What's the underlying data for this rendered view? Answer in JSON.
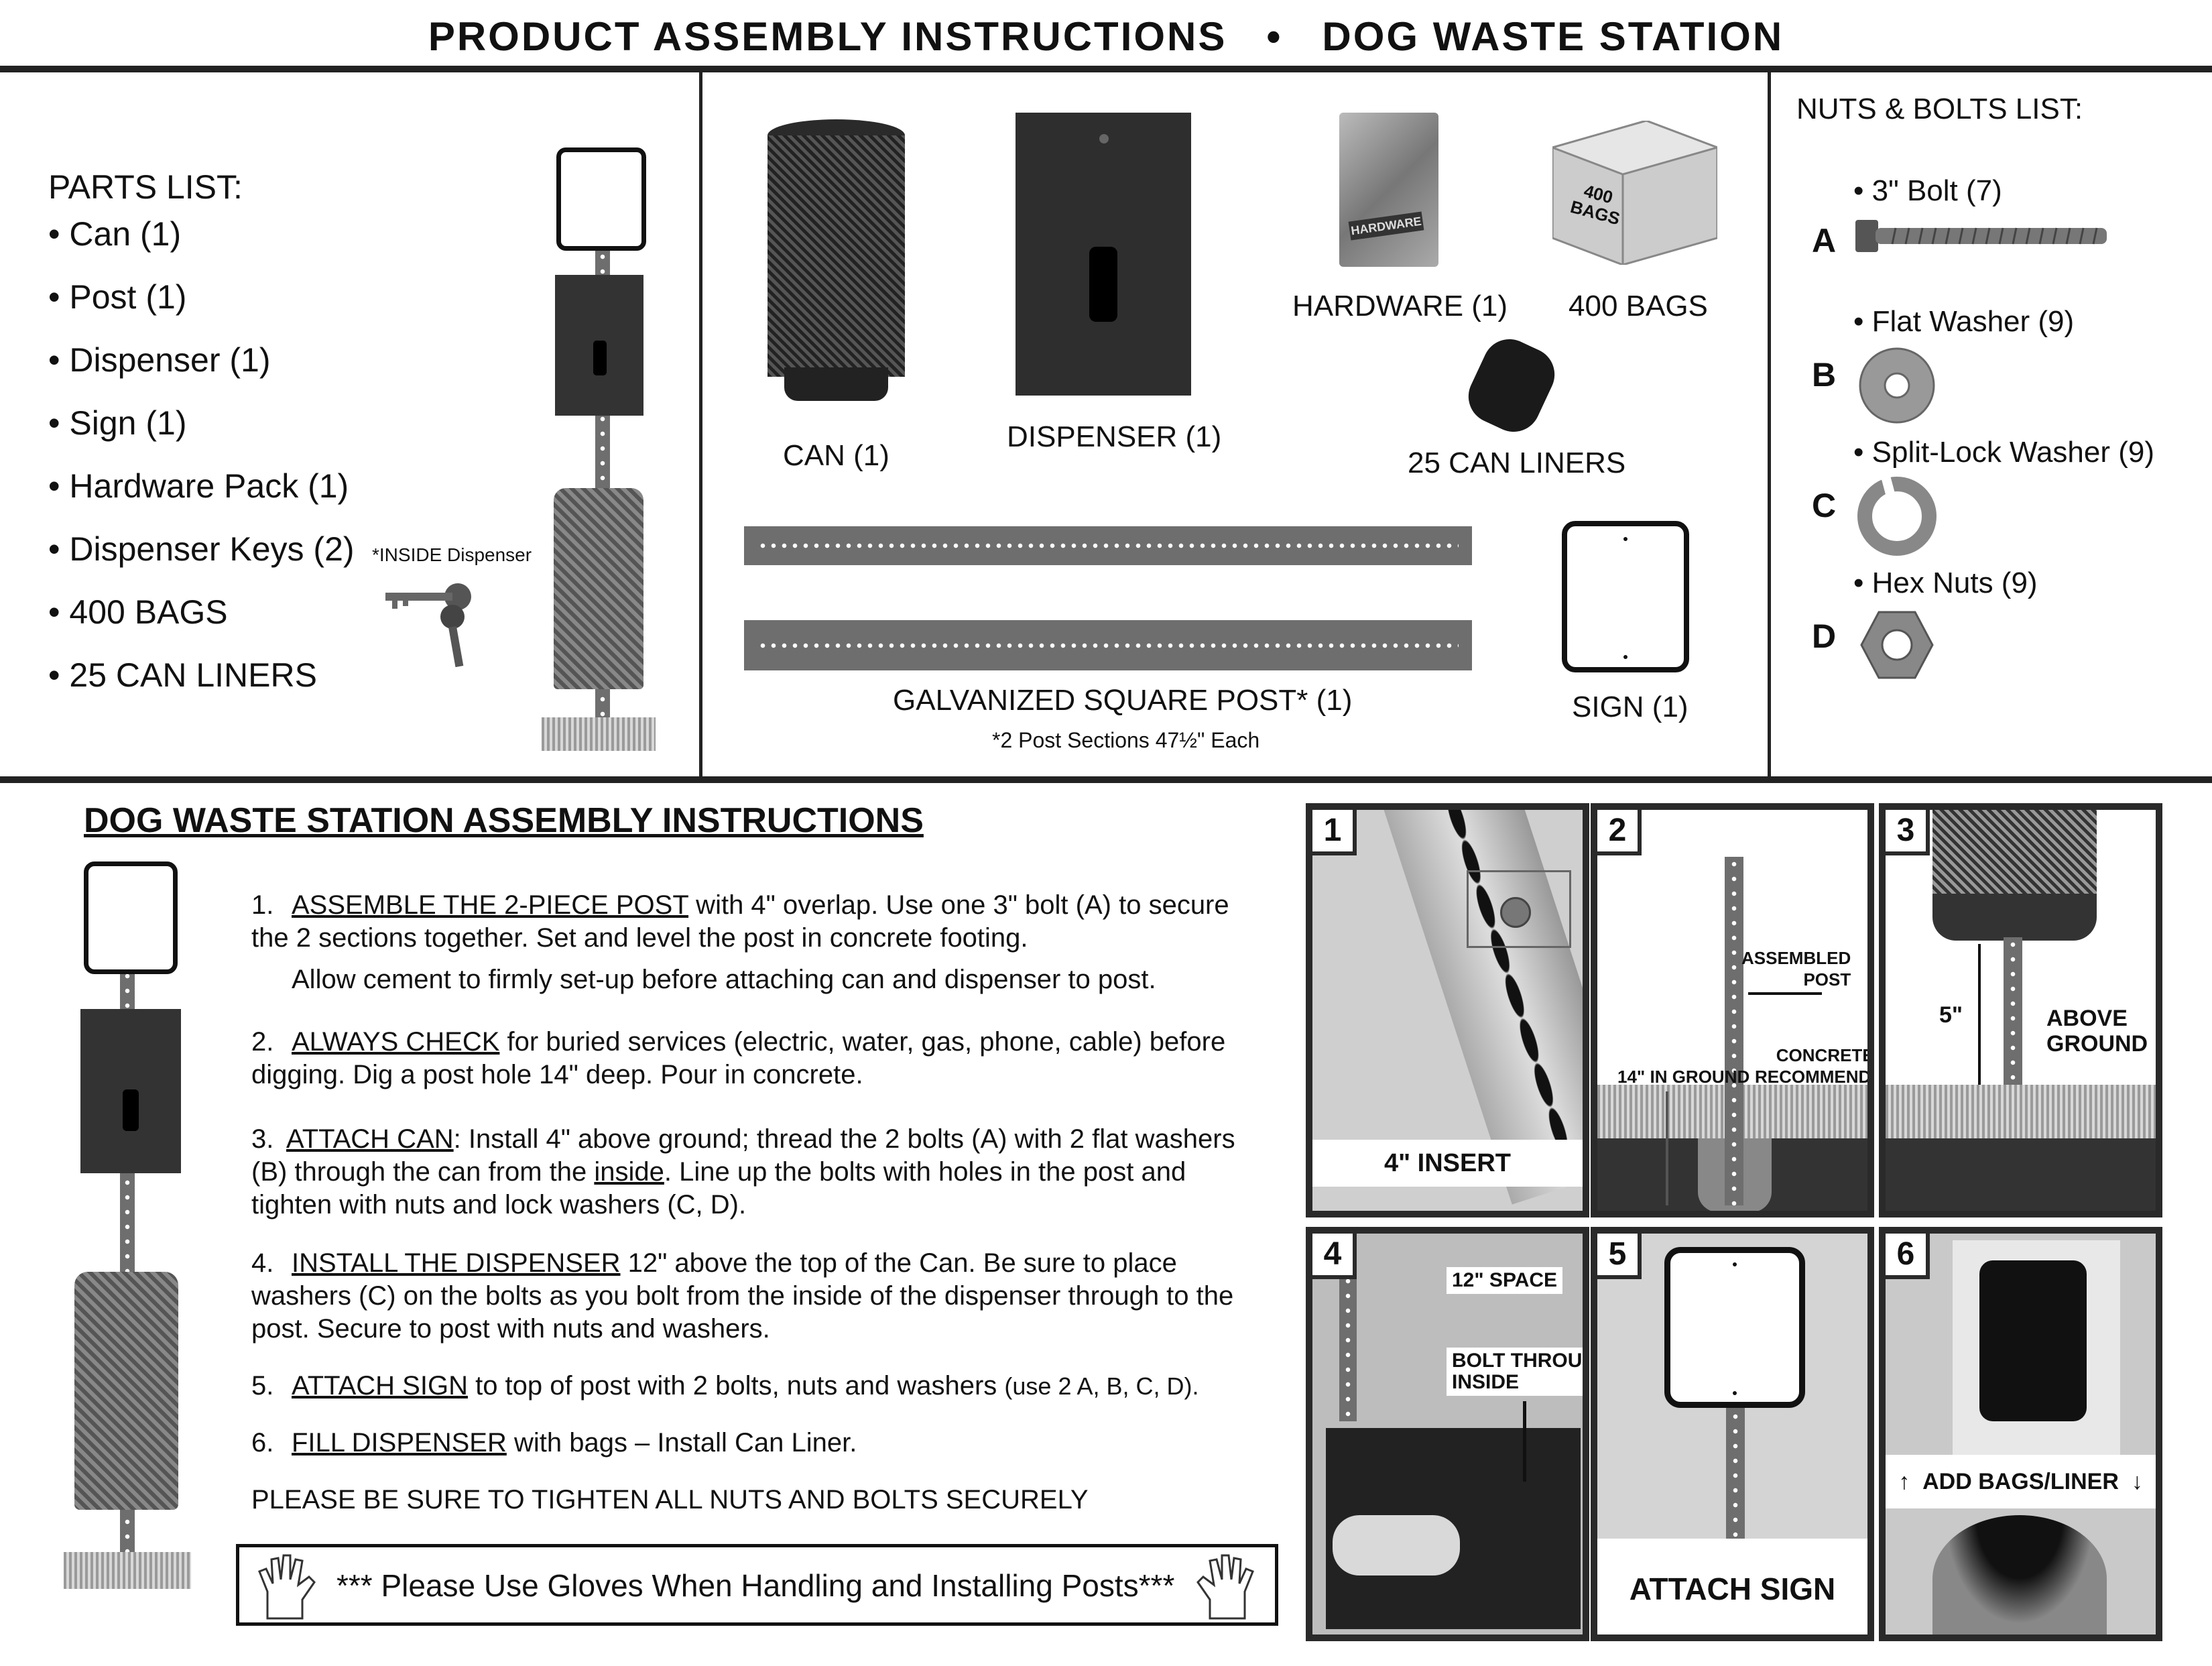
{
  "header": {
    "title": "PRODUCT ASSEMBLY INSTRUCTIONS   •   DOG WASTE STATION"
  },
  "parts": {
    "heading": "PARTS LIST:",
    "items": [
      "• Can (1)",
      "• Post (1)",
      "• Dispenser (1)",
      "• Sign (1)",
      "• Hardware Pack (1)",
      "• Dispenser Keys (2)",
      "• 400 BAGS",
      "• 25 CAN LINERS"
    ],
    "keys_note": "*INSIDE Dispenser"
  },
  "components": {
    "can": "CAN (1)",
    "dispenser": "DISPENSER (1)",
    "hardware": "HARDWARE (1)",
    "hardware_bag_text": "HARDWARE",
    "bags": "400 BAGS",
    "box_text": "400 BAGS",
    "liners": "25 CAN LINERS",
    "post": "GALVANIZED SQUARE POST* (1)",
    "post_note": "*2 Post Sections 47½\" Each",
    "sign": "SIGN (1)"
  },
  "bolts": {
    "heading": "NUTS & BOLTS LIST:",
    "items": [
      {
        "letter": "A",
        "label": "• 3\" Bolt (7)",
        "icon": "bolt-icon"
      },
      {
        "letter": "B",
        "label": "• Flat Washer (9)",
        "icon": "flat-washer-icon"
      },
      {
        "letter": "C",
        "label": "• Split-Lock Washer (9)",
        "icon": "split-lock-washer-icon"
      },
      {
        "letter": "D",
        "label": "• Hex Nuts (9)",
        "icon": "hex-nut-icon"
      }
    ]
  },
  "assembly": {
    "heading": "DOG WASTE STATION ASSEMBLY INSTRUCTIONS",
    "steps": [
      {
        "num": "1.",
        "link": "ASSEMBLE THE 2-PIECE POST",
        "text": " with 4\" overlap. Use one 3\" bolt (A) to secure the 2 sections together. Set and level the post in concrete footing.",
        "extra": "Allow cement to firmly set-up before attaching can and dispenser to post."
      },
      {
        "num": "2.",
        "link": "ALWAYS CHECK",
        "text": " for buried services (electric, water, gas, phone, cable) before digging. Dig a post hole 14\" deep. Pour in concrete."
      },
      {
        "num": "3.",
        "link": "ATTACH CAN",
        "text": ": Install 4\" above ground; thread the 2 bolts (A) with 2 flat washers (B) through the can from the ",
        "link2": "inside",
        "text2": ". Line up the bolts with holes in the post and tighten with nuts and lock washers (C, D)."
      },
      {
        "num": "4.",
        "link": "INSTALL THE DISPENSER",
        "text": " 12\" above the top of the Can. Be sure to place washers (C) on the bolts as you bolt from the inside of the dispenser through to the post. Secure to post with nuts and washers."
      },
      {
        "num": "5.",
        "link": "ATTACH SIGN",
        "text": " to top of post with 2 bolts, nuts and washers ",
        "text_small": "(use 2 A, B, C, D)."
      },
      {
        "num": "6.",
        "link": "FILL DISPENSER",
        "text": " with bags – Install Can Liner."
      }
    ],
    "final": "PLEASE BE SURE TO TIGHTEN ALL NUTS AND BOLTS SECURELY",
    "gloves": "*** Please Use Gloves When Handling and Installing Posts***"
  },
  "panels": {
    "p1": {
      "num": "1",
      "banner": "4\" INSERT"
    },
    "p2": {
      "num": "2",
      "assembled": "ASSEMBLED\nPOST",
      "ground": "14\" IN GROUND",
      "concrete": "CONCRETE\nRECOMMENDED"
    },
    "p3": {
      "num": "3",
      "dim": "5\"",
      "above": "ABOVE\nGROUND"
    },
    "p4": {
      "num": "4",
      "space": "12\" SPACE",
      "bolt": "BOLT THROUGH\nINSIDE"
    },
    "p5": {
      "num": "5",
      "banner": "ATTACH SIGN"
    },
    "p6": {
      "num": "6",
      "banner": "ADD BAGS/LINER"
    }
  }
}
